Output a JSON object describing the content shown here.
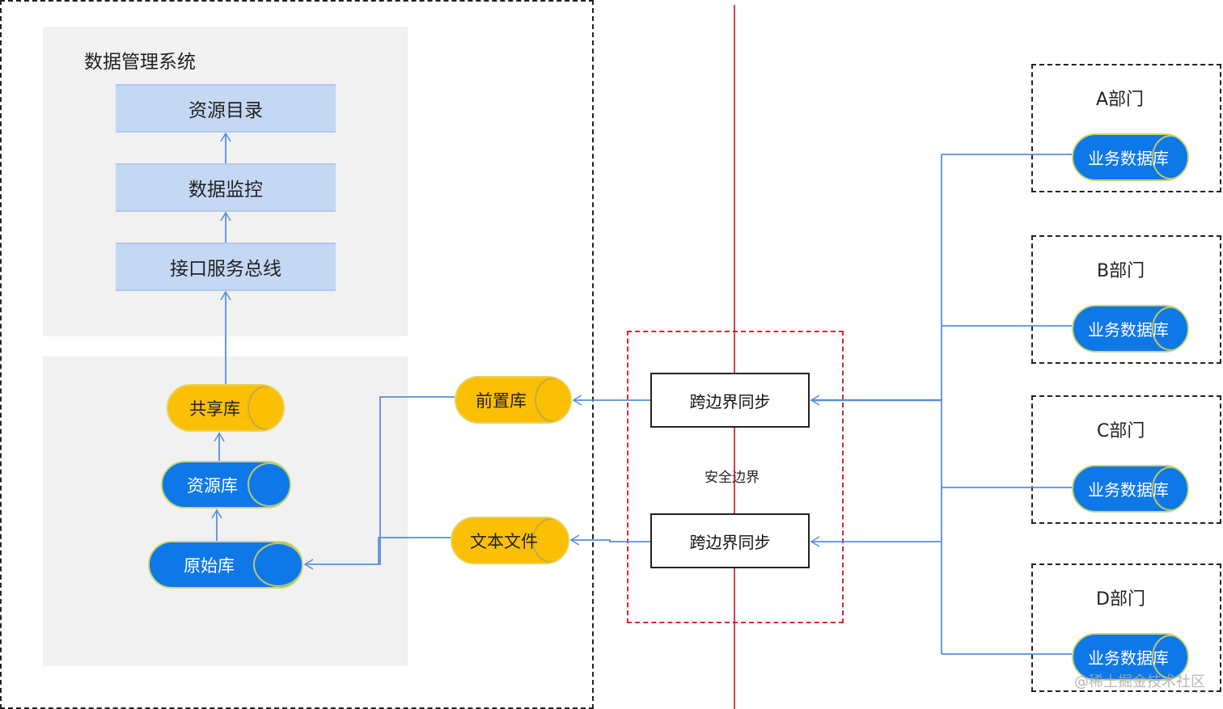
{
  "system": {
    "title": "数据管理系统",
    "layers": [
      "资源目录",
      "数据监控",
      "接口服务总线"
    ]
  },
  "databases": {
    "shared": "共享库",
    "resource": "资源库",
    "raw": "原始库",
    "front": "前置库",
    "textfile": "文本文件"
  },
  "boundary": {
    "label": "安全边界",
    "sync_top": "跨边界同步",
    "sync_bottom": "跨边界同步"
  },
  "departments": [
    {
      "name": "A部门",
      "db": "业务数据库"
    },
    {
      "name": "B部门",
      "db": "业务数据库"
    },
    {
      "name": "C部门",
      "db": "业务数据库"
    },
    {
      "name": "D部门",
      "db": "业务数据库"
    }
  ],
  "watermark": "@稀土掘金技术社区",
  "colors": {
    "arrow": "#5a8fd8",
    "boundary_line": "#c8102e",
    "db_blue": "#0f78e8",
    "db_yellow": "#fbbf06",
    "layer_box": "#c4d8f3"
  }
}
